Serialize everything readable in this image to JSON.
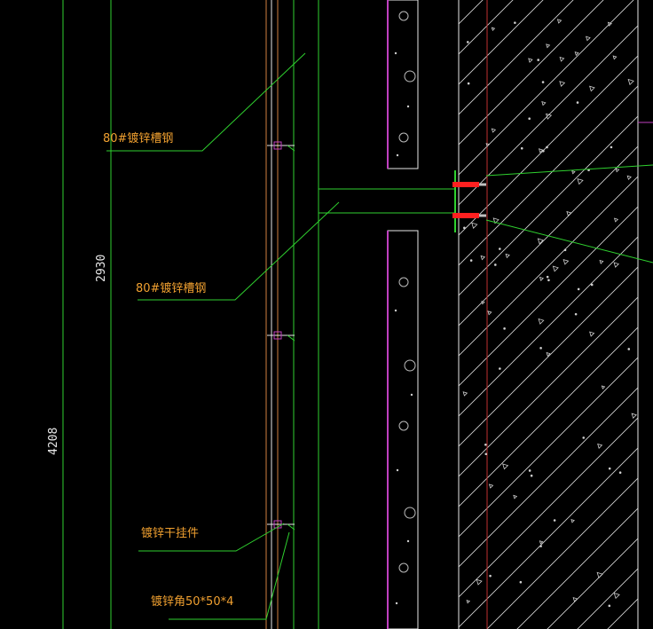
{
  "colors": {
    "background": "#000000",
    "green": "#2fd12f",
    "orange_text": "#f0a030",
    "magenta": "#c040c0",
    "white": "#e8e8e8",
    "red": "#ff2020",
    "red_line": "#c03030",
    "orange_line": "#d08040",
    "concrete_hatch": "#d8d8d8"
  },
  "labels": {
    "channel_top": "80#镀锌槽钢",
    "channel_mid": "80#镀锌槽钢",
    "hanger": "镀锌干挂件",
    "angle": "镀锌角50*50*4"
  },
  "dimensions": {
    "d1": "2930",
    "d2": "4208"
  },
  "icons": {
    "anchor_bolt": "anchor-bolt-icon",
    "hanger_clip": "hanger-clip-icon"
  }
}
